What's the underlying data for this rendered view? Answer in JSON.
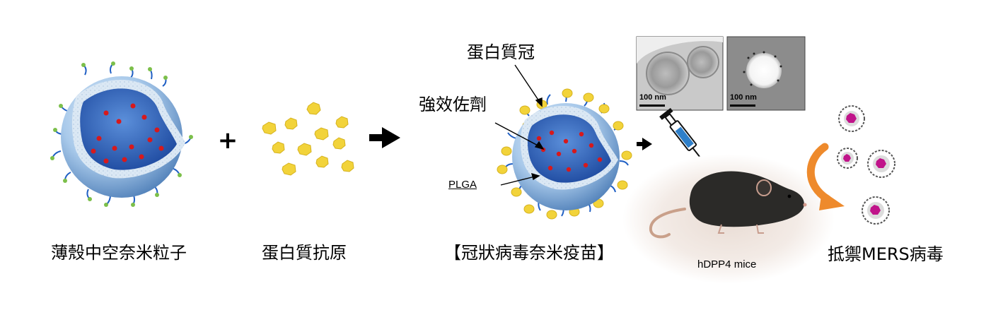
{
  "labels": {
    "hollow_shell_np": "薄殼中空奈米粒子",
    "protein_antigen": "蛋白質抗原",
    "vaccine": "【冠狀病毒奈米疫苗】",
    "protein_corona": "蛋白質冠",
    "adjuvant": "強效佐劑",
    "plga": "PLGA",
    "mouse_model": "hDPP4 mice",
    "resist_virus": "抵禦MERS病毒",
    "scale_bar_1": "100 nm",
    "scale_bar_2": "100 nm"
  },
  "symbols": {
    "plus": "+"
  },
  "colors": {
    "shell_blue": "#9cc3e8",
    "core_blue": "#2f63b7",
    "cargo_red": "#d7191c",
    "antigen_yellow": "#f2d33a",
    "ligand_blue": "#1f5fc4",
    "ligand_tip_green": "#7cbf4a",
    "arrow_orange": "#ee8a2c",
    "virus_magenta": "#c0148a",
    "mouse_dark": "#2b2a28"
  }
}
